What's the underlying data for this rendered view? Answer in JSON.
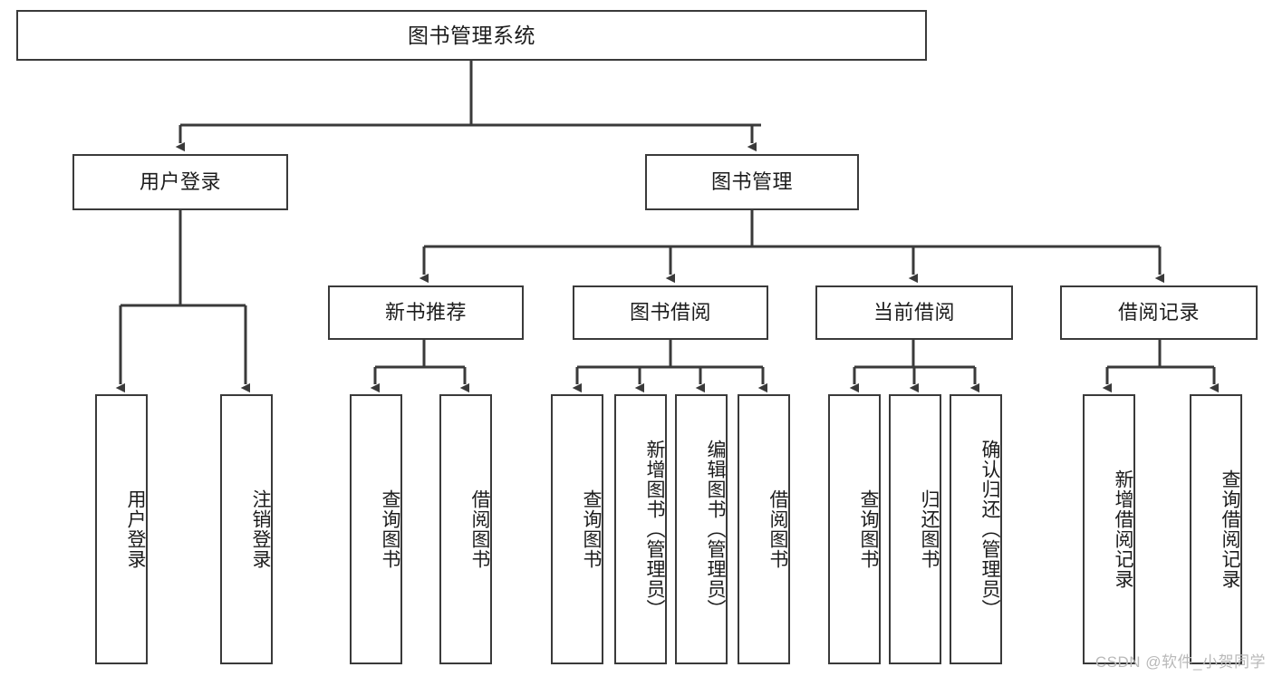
{
  "diagram": {
    "title": "图书管理系统",
    "type": "tree-hierarchy",
    "watermark": "CSDN @软件_小贺同学",
    "colors": {
      "stroke": "#3a3a3a",
      "fill": "#ffffff",
      "text": "#1c1c1c",
      "watermark": "#b9b9b9"
    },
    "levels": {
      "root": {
        "label": "图书管理系统"
      },
      "level2": [
        {
          "id": "user-login",
          "label": "用户登录"
        },
        {
          "id": "book-manage",
          "label": "图书管理"
        }
      ],
      "level3": [
        {
          "id": "new-book-rec",
          "label": "新书推荐"
        },
        {
          "id": "book-borrow",
          "label": "图书借阅"
        },
        {
          "id": "current-borrow",
          "label": "当前借阅"
        },
        {
          "id": "borrow-record",
          "label": "借阅记录"
        }
      ],
      "leaves": [
        {
          "id": "leaf-user-login",
          "label": "用户登录",
          "parent": "user-login"
        },
        {
          "id": "leaf-user-logout",
          "label": "注销登录",
          "parent": "user-login"
        },
        {
          "id": "leaf-query-book-1",
          "label": "查询图书",
          "parent": "new-book-rec"
        },
        {
          "id": "leaf-borrow-book-1",
          "label": "借阅图书",
          "parent": "new-book-rec"
        },
        {
          "id": "leaf-query-book-2",
          "label": "查询图书",
          "parent": "book-borrow"
        },
        {
          "id": "leaf-add-book",
          "label": "新增图书（管理员）",
          "parent": "book-borrow"
        },
        {
          "id": "leaf-edit-book",
          "label": "编辑图书（管理员）",
          "parent": "book-borrow"
        },
        {
          "id": "leaf-borrow-book-2",
          "label": "借阅图书",
          "parent": "book-borrow"
        },
        {
          "id": "leaf-query-book-3",
          "label": "查询图书",
          "parent": "current-borrow"
        },
        {
          "id": "leaf-return-book",
          "label": "归还图书",
          "parent": "current-borrow"
        },
        {
          "id": "leaf-confirm-return",
          "label": "确认归还（管理员）",
          "parent": "current-borrow"
        },
        {
          "id": "leaf-add-record",
          "label": "新增借阅记录",
          "parent": "borrow-record"
        },
        {
          "id": "leaf-query-record",
          "label": "查询借阅记录",
          "parent": "borrow-record"
        }
      ]
    }
  }
}
